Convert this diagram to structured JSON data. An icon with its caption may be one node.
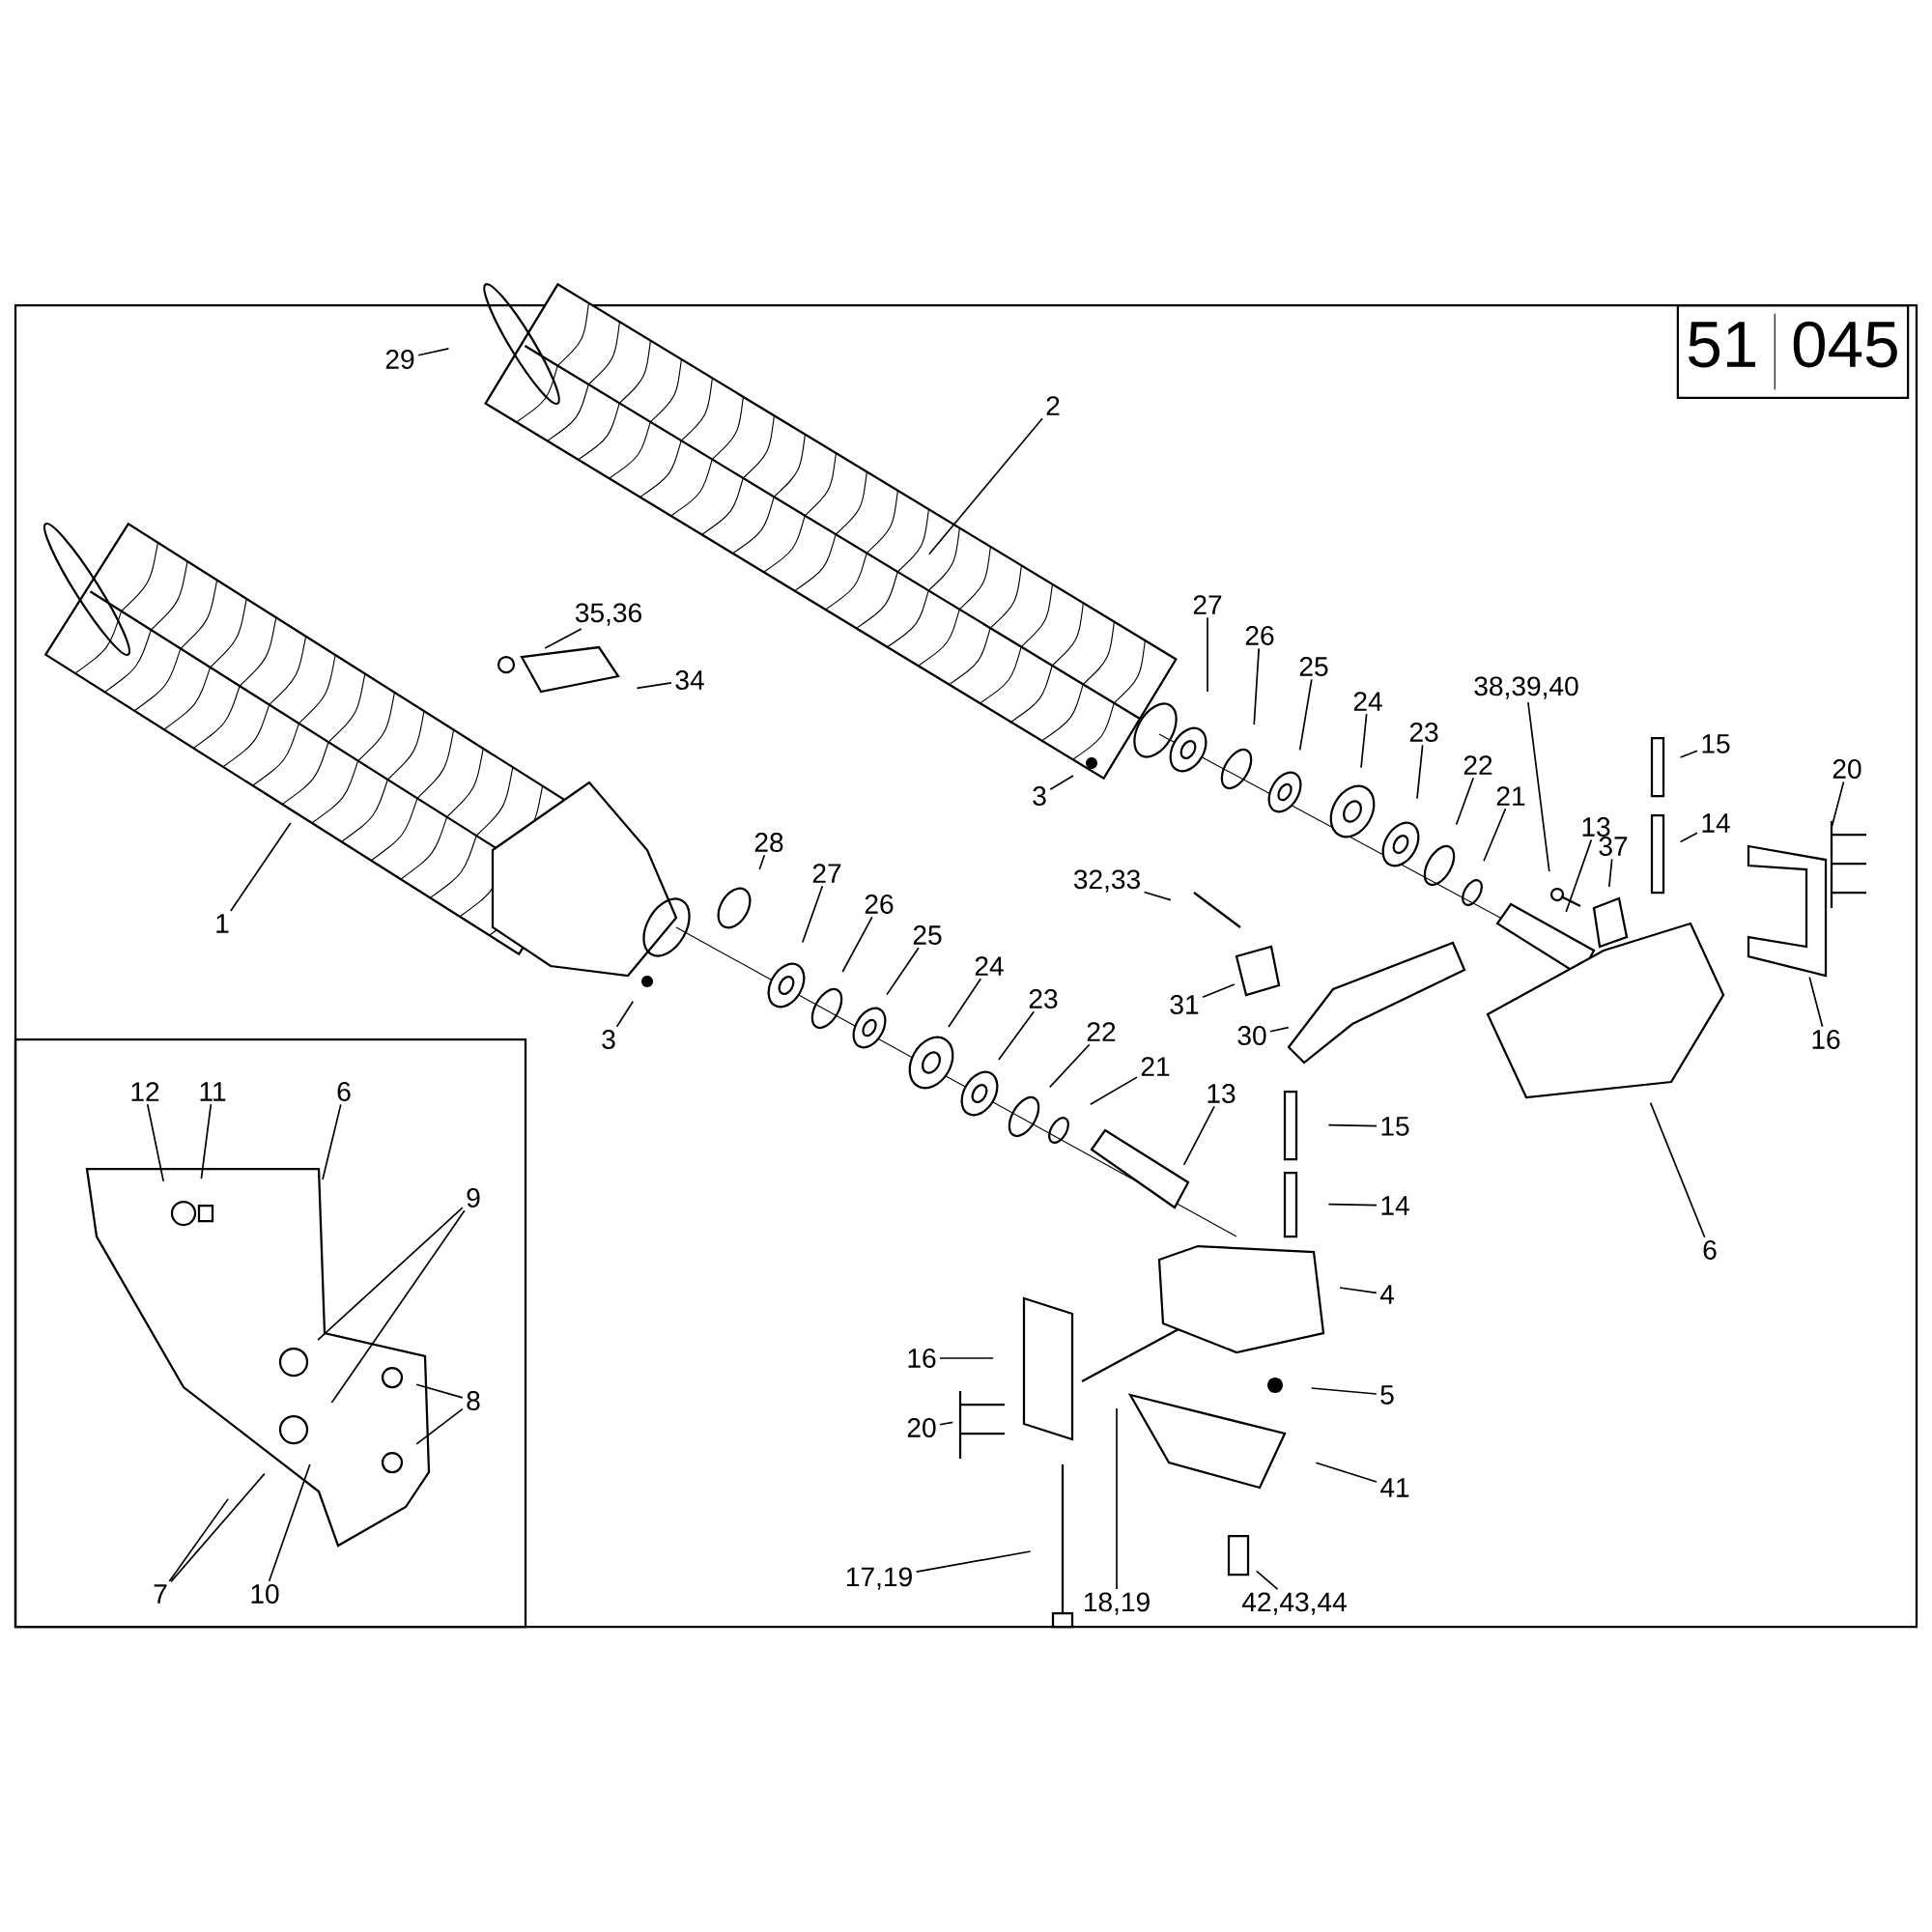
{
  "diagram": {
    "nodes": [
      {
        "text": [
          "51",
          "045"
        ]
      },
      {
        "text": [
          "29"
        ]
      },
      {
        "text": [
          "2"
        ]
      },
      {
        "text": [
          "35,36"
        ]
      },
      {
        "text": [
          "34"
        ]
      },
      {
        "text": [
          "27"
        ]
      },
      {
        "text": [
          "26"
        ]
      },
      {
        "text": [
          "25"
        ]
      },
      {
        "text": [
          "38,39,40"
        ]
      },
      {
        "text": [
          "24"
        ]
      },
      {
        "text": [
          "23"
        ]
      },
      {
        "text": [
          "15"
        ]
      },
      {
        "text": [
          "22"
        ]
      },
      {
        "text": [
          "20"
        ]
      },
      {
        "text": [
          "3"
        ]
      },
      {
        "text": [
          "21"
        ]
      },
      {
        "text": [
          "14"
        ]
      },
      {
        "text": [
          "13"
        ]
      },
      {
        "text": [
          "37"
        ]
      },
      {
        "text": [
          "28"
        ]
      },
      {
        "text": [
          "27"
        ]
      },
      {
        "text": [
          "32,33"
        ]
      },
      {
        "text": [
          "26"
        ]
      },
      {
        "text": [
          "1"
        ]
      },
      {
        "text": [
          "25"
        ]
      },
      {
        "text": [
          "24"
        ]
      },
      {
        "text": [
          "23"
        ]
      },
      {
        "text": [
          "31"
        ]
      },
      {
        "text": [
          "16"
        ]
      },
      {
        "text": [
          "3"
        ]
      },
      {
        "text": [
          "22"
        ]
      },
      {
        "text": [
          "30"
        ]
      },
      {
        "text": [
          "21"
        ]
      },
      {
        "text": [
          "13"
        ]
      },
      {
        "text": [
          "15"
        ]
      },
      {
        "text": [
          "14"
        ]
      },
      {
        "text": [
          "6"
        ]
      },
      {
        "text": [
          "4"
        ]
      },
      {
        "text": [
          "16"
        ]
      },
      {
        "text": [
          "5"
        ]
      },
      {
        "text": [
          "20"
        ]
      },
      {
        "text": [
          "41"
        ]
      },
      {
        "text": [
          "17,19"
        ]
      },
      {
        "text": [
          "18,19"
        ]
      },
      {
        "text": [
          "42,43,44"
        ]
      },
      {
        "text": [],
        "shape": "box"
      },
      {
        "text": [
          "12"
        ],
        "in": 45
      },
      {
        "text": [
          "11"
        ],
        "in": 45
      },
      {
        "text": [
          "6"
        ],
        "in": 45
      },
      {
        "text": [
          "9"
        ],
        "in": 45
      },
      {
        "text": [
          "8"
        ],
        "in": 45
      },
      {
        "text": [
          "7"
        ],
        "in": 45
      },
      {
        "text": [
          "10"
        ],
        "in": 45
      }
    ],
    "edges": [
      {
        "from": 1,
        "to": null,
        "arrow": "none"
      },
      {
        "from": 2,
        "to": null,
        "arrow": "none"
      },
      {
        "from": 3,
        "to": null,
        "arrow": "none"
      },
      {
        "from": 4,
        "to": null,
        "arrow": "none"
      },
      {
        "from": 5,
        "to": null,
        "arrow": "none"
      },
      {
        "from": 6,
        "to": null,
        "arrow": "none"
      },
      {
        "from": 7,
        "to": null,
        "arrow": "none"
      },
      {
        "from": 8,
        "to": null,
        "arrow": "none"
      },
      {
        "from": 9,
        "to": null,
        "arrow": "none"
      },
      {
        "from": 10,
        "to": null,
        "arrow": "none"
      },
      {
        "from": 11,
        "to": null,
        "arrow": "none"
      },
      {
        "from": 12,
        "to": null,
        "arrow": "none"
      },
      {
        "from": 13,
        "to": null,
        "arrow": "none"
      },
      {
        "from": 14,
        "to": null,
        "arrow": "none"
      },
      {
        "from": 15,
        "to": null,
        "arrow": "none"
      },
      {
        "from": 16,
        "to": null,
        "arrow": "none"
      },
      {
        "from": 17,
        "to": null,
        "arrow": "none"
      },
      {
        "from": 18,
        "to": null,
        "arrow": "none"
      },
      {
        "from": 19,
        "to": null,
        "arrow": "none"
      },
      {
        "from": 20,
        "to": null,
        "arrow": "none"
      },
      {
        "from": 22,
        "to": null,
        "arrow": "none"
      },
      {
        "from": 21,
        "to": null,
        "arrow": "none"
      },
      {
        "from": 23,
        "to": null,
        "arrow": "none"
      },
      {
        "from": 24,
        "to": null,
        "arrow": "none"
      },
      {
        "from": 25,
        "to": null,
        "arrow": "none"
      },
      {
        "from": 26,
        "to": null,
        "arrow": "none"
      },
      {
        "from": 27,
        "to": null,
        "arrow": "none"
      },
      {
        "from": 28,
        "to": null,
        "arrow": "none"
      },
      {
        "from": 29,
        "to": null,
        "arrow": "none"
      },
      {
        "from": 30,
        "to": null,
        "arrow": "none"
      },
      {
        "from": 31,
        "to": null,
        "arrow": "none"
      },
      {
        "from": 32,
        "to": null,
        "arrow": "none"
      },
      {
        "from": 33,
        "to": null,
        "arrow": "none"
      },
      {
        "from": 34,
        "to": null,
        "arrow": "none"
      },
      {
        "from": 35,
        "to": null,
        "arrow": "none"
      },
      {
        "from": 36,
        "to": null,
        "arrow": "none"
      },
      {
        "from": 37,
        "to": null,
        "arrow": "none"
      },
      {
        "from": 38,
        "to": null,
        "arrow": "none"
      },
      {
        "from": 39,
        "to": null,
        "arrow": "none"
      },
      {
        "from": 40,
        "to": null,
        "arrow": "none"
      },
      {
        "from": 41,
        "to": null,
        "arrow": "none"
      },
      {
        "from": 42,
        "to": null,
        "arrow": "none"
      },
      {
        "from": 43,
        "to": null,
        "arrow": "none"
      },
      {
        "from": 44,
        "to": null,
        "arrow": "none"
      },
      {
        "from": 46,
        "to": null,
        "arrow": "none"
      },
      {
        "from": 47,
        "to": null,
        "arrow": "none"
      },
      {
        "from": 48,
        "to": null,
        "arrow": "none"
      },
      {
        "from": 49,
        "to": null,
        "arrow": "none"
      },
      {
        "from": 49,
        "to": null,
        "arrow": "none"
      },
      {
        "from": 50,
        "to": null,
        "arrow": "none"
      },
      {
        "from": 50,
        "to": null,
        "arrow": "none"
      },
      {
        "from": 52,
        "to": null,
        "arrow": "none"
      },
      {
        "from": 51,
        "to": null,
        "arrow": "none"
      },
      {
        "from": 51,
        "to": null,
        "arrow": "none"
      }
    ]
  }
}
